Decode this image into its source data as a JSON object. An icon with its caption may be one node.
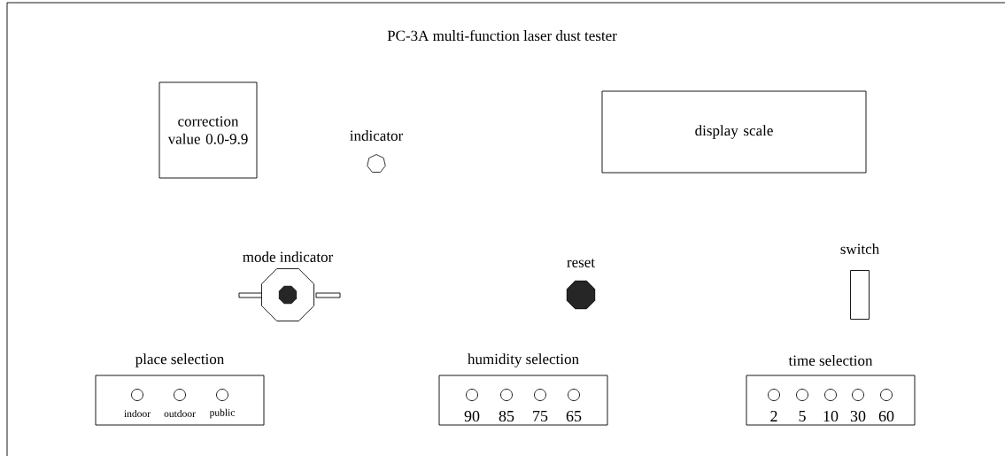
{
  "diagram": {
    "title": "PC-3A multi-function laser dust tester",
    "nodes": [
      {
        "text": [
          "correction value 0.0-9.9"
        ]
      },
      {
        "text": [
          "indicator"
        ]
      },
      {
        "text": [
          "display scale"
        ]
      },
      {
        "text": [
          "mode indicator"
        ]
      },
      {
        "text": [
          "reset"
        ]
      },
      {
        "text": [
          "switch"
        ]
      },
      {
        "text": [
          "place selection"
        ]
      },
      {
        "text": [
          "indoor"
        ],
        "in": 6
      },
      {
        "text": [
          "outdoor"
        ],
        "in": 6
      },
      {
        "text": [
          "public"
        ],
        "in": 6
      },
      {
        "text": [
          "humidity selection"
        ]
      },
      {
        "text": [
          "90"
        ],
        "in": 10
      },
      {
        "text": [
          "85"
        ],
        "in": 10
      },
      {
        "text": [
          "75"
        ],
        "in": 10
      },
      {
        "text": [
          "65"
        ],
        "in": 10
      },
      {
        "text": [
          "time selection"
        ]
      },
      {
        "text": [
          "2"
        ],
        "in": 15
      },
      {
        "text": [
          "5"
        ],
        "in": 15
      },
      {
        "text": [
          "10"
        ],
        "in": 15
      },
      {
        "text": [
          "30"
        ],
        "in": 15
      },
      {
        "text": [
          "60"
        ],
        "in": 15
      }
    ]
  }
}
